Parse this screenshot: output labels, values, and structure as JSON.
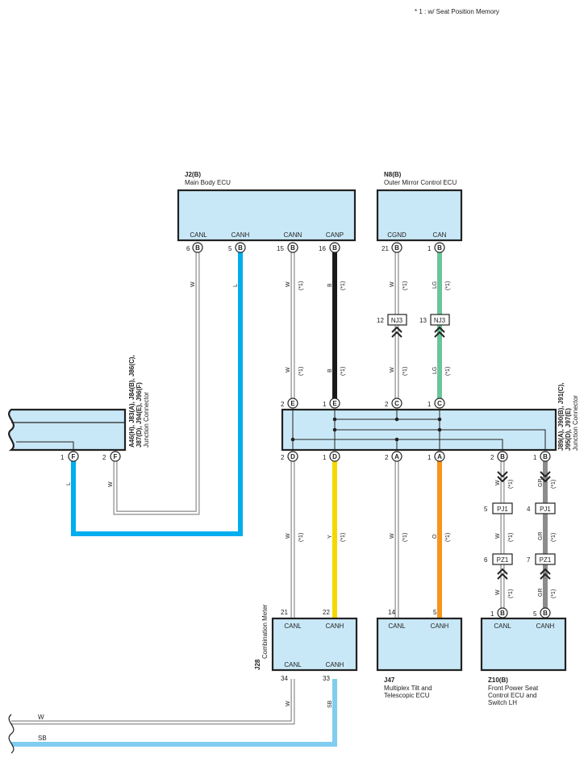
{
  "note": "* 1 : w/ Seat Position Memory",
  "components": {
    "main_body": {
      "code": "J2(B)",
      "name": "Main Body ECU",
      "terms": [
        "CANL",
        "CANH",
        "CANN",
        "CANP"
      ],
      "pins": [
        "6",
        "5",
        "15",
        "16"
      ],
      "pin_letter": "B"
    },
    "outer_mirror": {
      "code": "N8(B)",
      "name": "Outer Mirror Control ECU",
      "terms": [
        "CGND",
        "CAN"
      ],
      "pins": [
        "21",
        "1"
      ],
      "pin_letter": "B"
    },
    "jc_left": {
      "codes": "A46(H), J83(A), J84(B), J86(C), J87(D), J94(E), J96(F)",
      "line1": "A46(H), J83(A), J84(B), J86(C),",
      "line2": "J87(D), J94(E), J96(F)",
      "name": "Junction Connector",
      "pins": [
        "1",
        "2"
      ],
      "pin_letter": "F"
    },
    "jc_right": {
      "line1": "J89(A), J90(B), J91(C),",
      "line2": "J95(D), J97(E)",
      "name": "Junction Connector"
    },
    "combination_meter": {
      "code": "J28",
      "name": "Combination Meter",
      "top_terms": [
        "CANL",
        "CANH"
      ],
      "top_pins": [
        "21",
        "22"
      ],
      "bottom_terms": [
        "CANL",
        "CANH"
      ],
      "bottom_pins": [
        "34",
        "33"
      ]
    },
    "multiplex": {
      "code": "J47",
      "name_line1": "Multiplex Tilt and",
      "name_line2": "Telescopic ECU",
      "terms": [
        "CANL",
        "CANH"
      ],
      "pins": [
        "14",
        "5"
      ]
    },
    "front_seat": {
      "code": "Z10(B)",
      "name_line1": "Front Power Seat",
      "name_line2": "Control ECU and",
      "name_line3": "Switch LH",
      "terms": [
        "CANL",
        "CANH"
      ],
      "pins": [
        "1",
        "5"
      ],
      "pin_letter": "B"
    }
  },
  "connectors": {
    "nj3": "NJ3",
    "nj3_pins": [
      "12",
      "13"
    ],
    "pj1": "PJ1",
    "pj1_pins": [
      "5",
      "4"
    ],
    "pz1": "PZ1",
    "pz1_pins": [
      "6",
      "7"
    ]
  },
  "jc_right_pins": {
    "top": [
      {
        "n": "2",
        "l": "E"
      },
      {
        "n": "1",
        "l": "E"
      },
      {
        "n": "2",
        "l": "C"
      },
      {
        "n": "1",
        "l": "C"
      }
    ],
    "bottom": [
      {
        "n": "2",
        "l": "D"
      },
      {
        "n": "1",
        "l": "D"
      },
      {
        "n": "2",
        "l": "A"
      },
      {
        "n": "1",
        "l": "A"
      },
      {
        "n": "2",
        "l": "B"
      },
      {
        "n": "1",
        "l": "B"
      }
    ]
  },
  "wire_labels": {
    "w": "W",
    "l": "L",
    "b": "B",
    "lg": "LG",
    "y": "Y",
    "o": "O",
    "gr": "GR",
    "sb": "SB",
    "opt": "(*1)"
  },
  "colors": {
    "blue": "#00aeef",
    "black": "#1a1a1a",
    "green": "#6cc49a",
    "yellow": "#f7d700",
    "orange": "#f7941d",
    "gray": "#8c8c8c",
    "lightblue": "#7fcdf0",
    "ecu": "#c9e8f7"
  }
}
